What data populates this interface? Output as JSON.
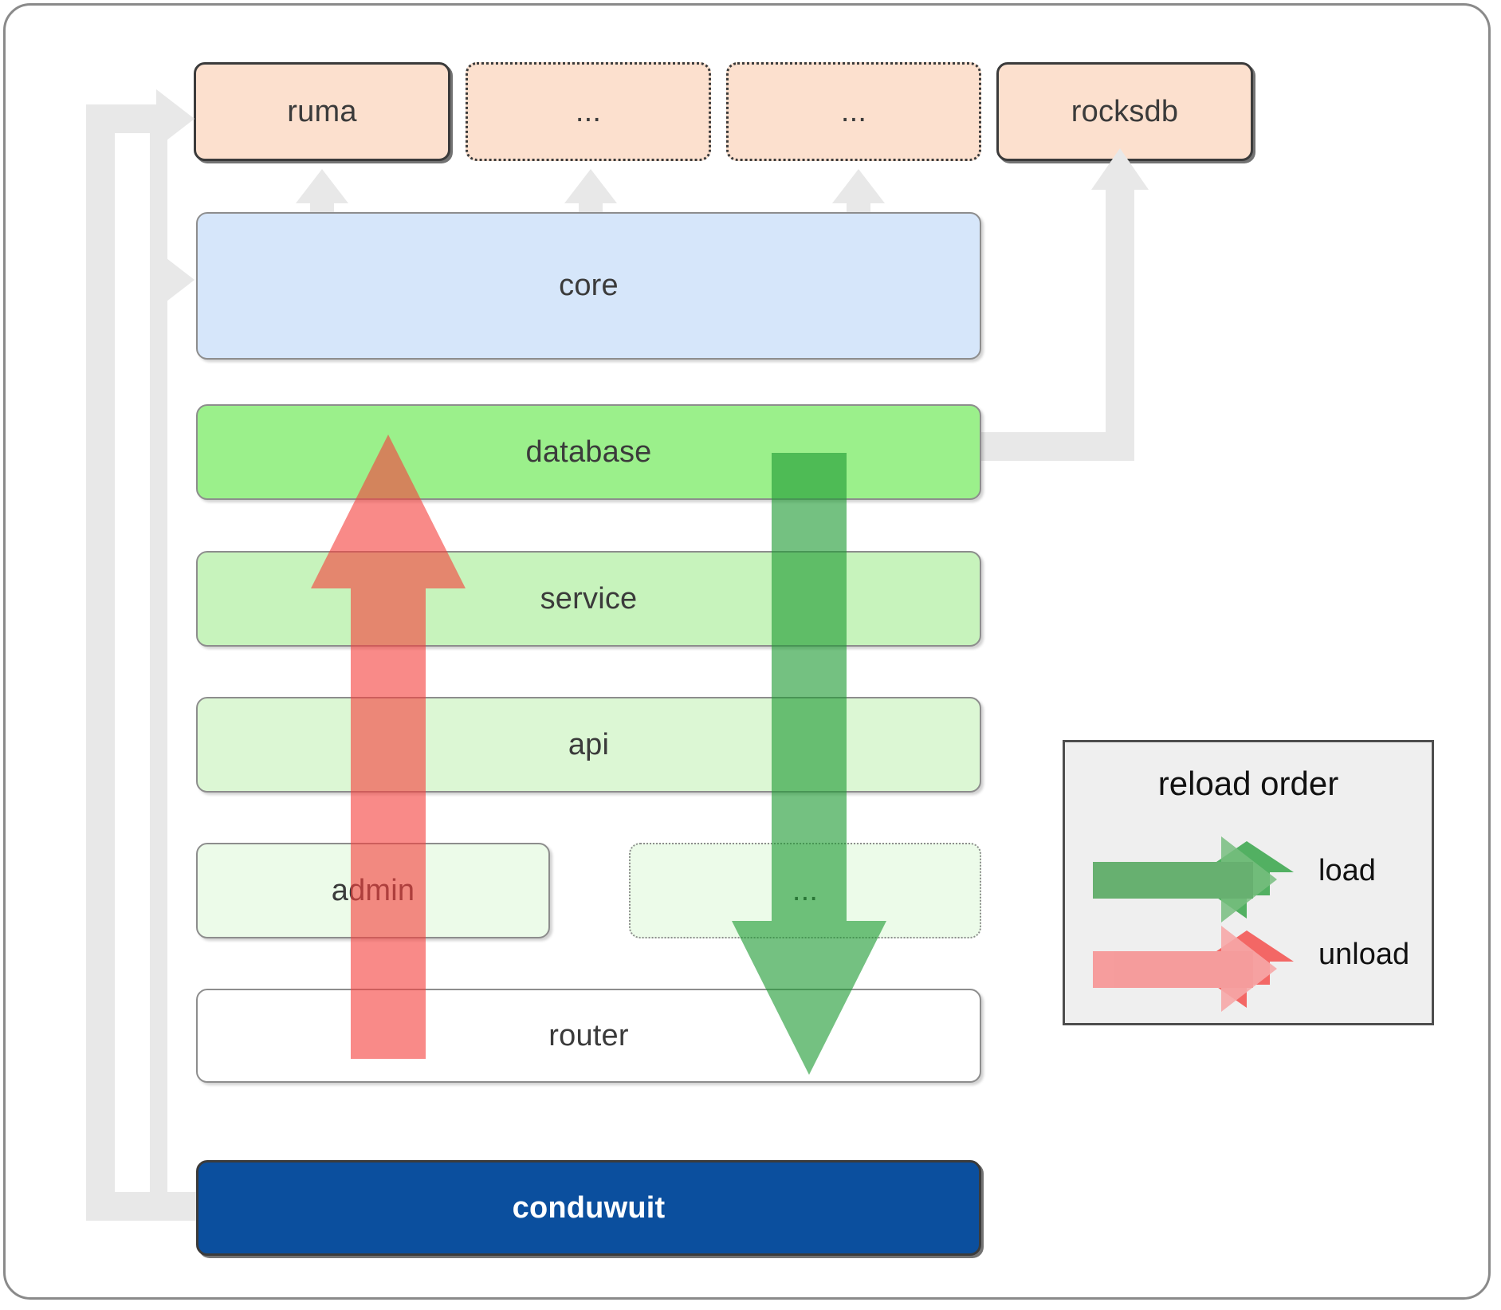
{
  "diagram": {
    "title": "conduwuit crate dependency / reload order diagram",
    "dependencies": [
      {
        "id": "ruma",
        "label": "ruma",
        "style": "solid"
      },
      {
        "id": "dep2",
        "label": "...",
        "style": "dotted"
      },
      {
        "id": "dep3",
        "label": "...",
        "style": "dotted"
      },
      {
        "id": "rocksdb",
        "label": "rocksdb",
        "style": "solid"
      }
    ],
    "layers": [
      {
        "id": "core",
        "label": "core",
        "style": "solid",
        "fill": "#D6E6FA"
      },
      {
        "id": "database",
        "label": "database",
        "style": "solid",
        "fill": "#9BF08B"
      },
      {
        "id": "service",
        "label": "service",
        "style": "solid",
        "fill": "#C7F3BC"
      },
      {
        "id": "api",
        "label": "api",
        "style": "solid",
        "fill": "#DCF7D4"
      },
      {
        "id": "admin",
        "label": "admin",
        "style": "solid",
        "fill": "#ECFBE9"
      },
      {
        "id": "more",
        "label": "...",
        "style": "dotted",
        "fill": "#ECFBE9"
      },
      {
        "id": "router",
        "label": "router",
        "style": "solid",
        "fill": "#FFFFFF"
      }
    ],
    "app": {
      "id": "conduwuit",
      "label": "conduwuit",
      "fill": "#0B4F9E",
      "text_color": "#FFFFFF"
    }
  },
  "legend": {
    "title": "reload order",
    "entries": [
      {
        "id": "load",
        "label": "load",
        "color": "#57A95B"
      },
      {
        "id": "unload",
        "label": "unload",
        "color": "#F78585"
      }
    ]
  },
  "colors": {
    "dependency_fill": "#FCE0CE",
    "core_fill": "#D6E6FA",
    "connector": "#E8E8E8",
    "frame_border": "#8A8A8A",
    "load_arrow": "#57A95B",
    "unload_arrow": "#F78585",
    "app_fill": "#0B4F9E"
  }
}
